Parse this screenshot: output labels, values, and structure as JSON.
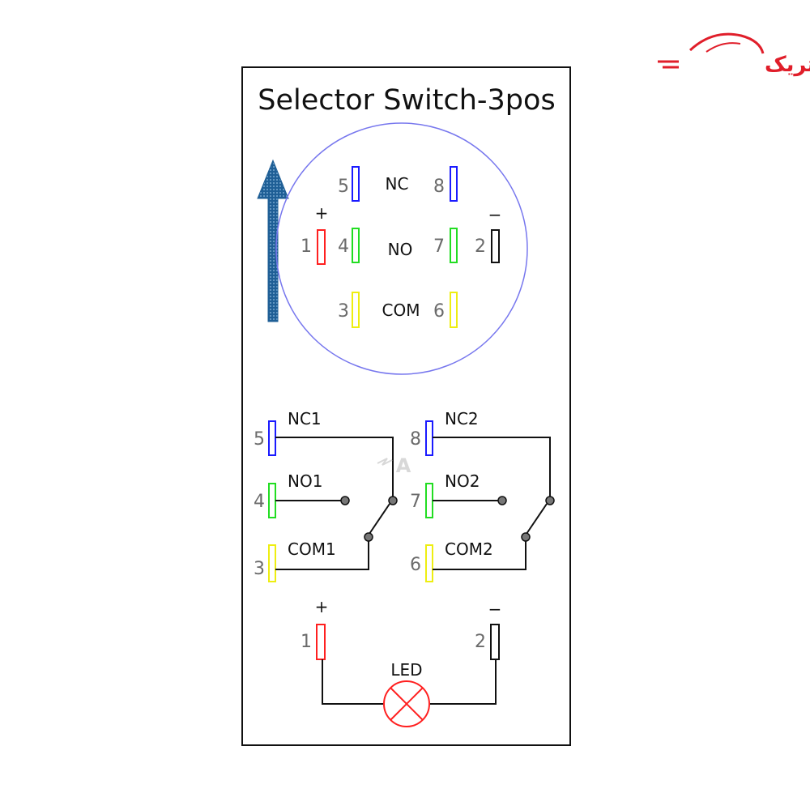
{
  "brand": {
    "logo_text": "آتاالکتریک",
    "watermark_letter": "A",
    "color": "#e01e2a"
  },
  "title": "Selector Switch-3pos",
  "direction_arrow": {
    "icon": "up-arrow-icon",
    "color": "#1f5f96"
  },
  "connector_face": {
    "row_labels": {
      "nc": "NC",
      "no": "NO",
      "com": "COM"
    },
    "pins": [
      {
        "num": "5",
        "color": "#1a1aff"
      },
      {
        "num": "8",
        "color": "#1a1aff"
      },
      {
        "num": "1",
        "color": "#ff2020",
        "polarity": "+"
      },
      {
        "num": "4",
        "color": "#22dd22"
      },
      {
        "num": "7",
        "color": "#22dd22"
      },
      {
        "num": "2",
        "color": "#111111",
        "polarity": "−"
      },
      {
        "num": "3",
        "color": "#eeee11"
      },
      {
        "num": "6",
        "color": "#eeee11"
      }
    ],
    "circle_color": "#7777ee"
  },
  "contact_blocks": [
    {
      "pins": [
        {
          "num": "5",
          "label": "NC1",
          "color": "#1a1aff"
        },
        {
          "num": "4",
          "label": "NO1",
          "color": "#22dd22"
        },
        {
          "num": "3",
          "label": "COM1",
          "color": "#eeee11"
        }
      ]
    },
    {
      "pins": [
        {
          "num": "8",
          "label": "NC2",
          "color": "#1a1aff"
        },
        {
          "num": "7",
          "label": "NO2",
          "color": "#22dd22"
        },
        {
          "num": "6",
          "label": "COM2",
          "color": "#eeee11"
        }
      ]
    }
  ],
  "led_circuit": {
    "label": "LED",
    "pos": {
      "num": "1",
      "sign": "+",
      "color": "#ff2020"
    },
    "neg": {
      "num": "2",
      "sign": "−",
      "color": "#111111"
    },
    "lamp_color": "#ff2020"
  }
}
